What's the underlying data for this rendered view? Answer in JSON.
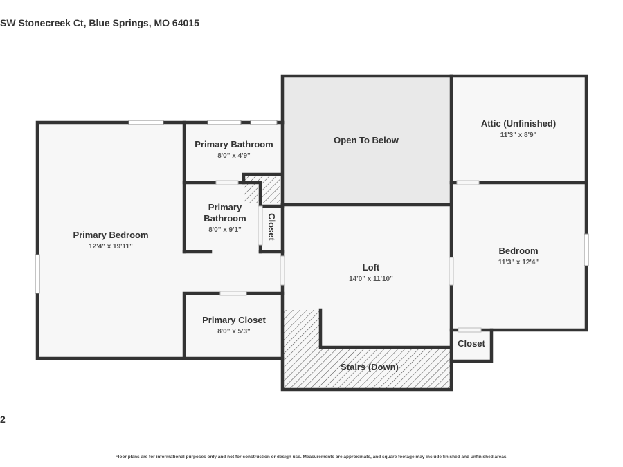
{
  "header": {
    "address": "SW Stonecreek Ct, Blue Springs, MO 64015"
  },
  "footer": {
    "floor_number": "2",
    "disclaimer": "Floor plans are for informational purposes only and not for construction or design use. Measurements are approximate, and square footage may include finished and unfinished areas."
  },
  "rooms": {
    "primary_bedroom": {
      "name": "Primary Bedroom",
      "dims": "12'4\" x 19'11\""
    },
    "primary_bathroom_top": {
      "name": "Primary Bathroom",
      "dims": "8'0\" x 4'9\""
    },
    "primary_bathroom_mid": {
      "name_line1": "Primary",
      "name_line2": "Bathroom",
      "dims": "8'0\" x 9'1\""
    },
    "closet_vertical": {
      "name": "Closet"
    },
    "primary_closet": {
      "name": "Primary Closet",
      "dims": "8'0\" x 5'3\""
    },
    "open_to_below": {
      "name": "Open To Below"
    },
    "loft": {
      "name": "Loft",
      "dims": "14'0\" x 11'10\""
    },
    "stairs": {
      "name": "Stairs (Down)"
    },
    "attic": {
      "name": "Attic (Unfinished)",
      "dims": "11'3\" x 8'9\""
    },
    "bedroom": {
      "name": "Bedroom",
      "dims": "11'3\" x 12'4\""
    },
    "closet_small": {
      "name": "Closet"
    }
  },
  "colors": {
    "wall": "#333333",
    "floor": "#f7f7f7",
    "open_to_below": "#e9e9e9",
    "hatch": "#555555"
  }
}
